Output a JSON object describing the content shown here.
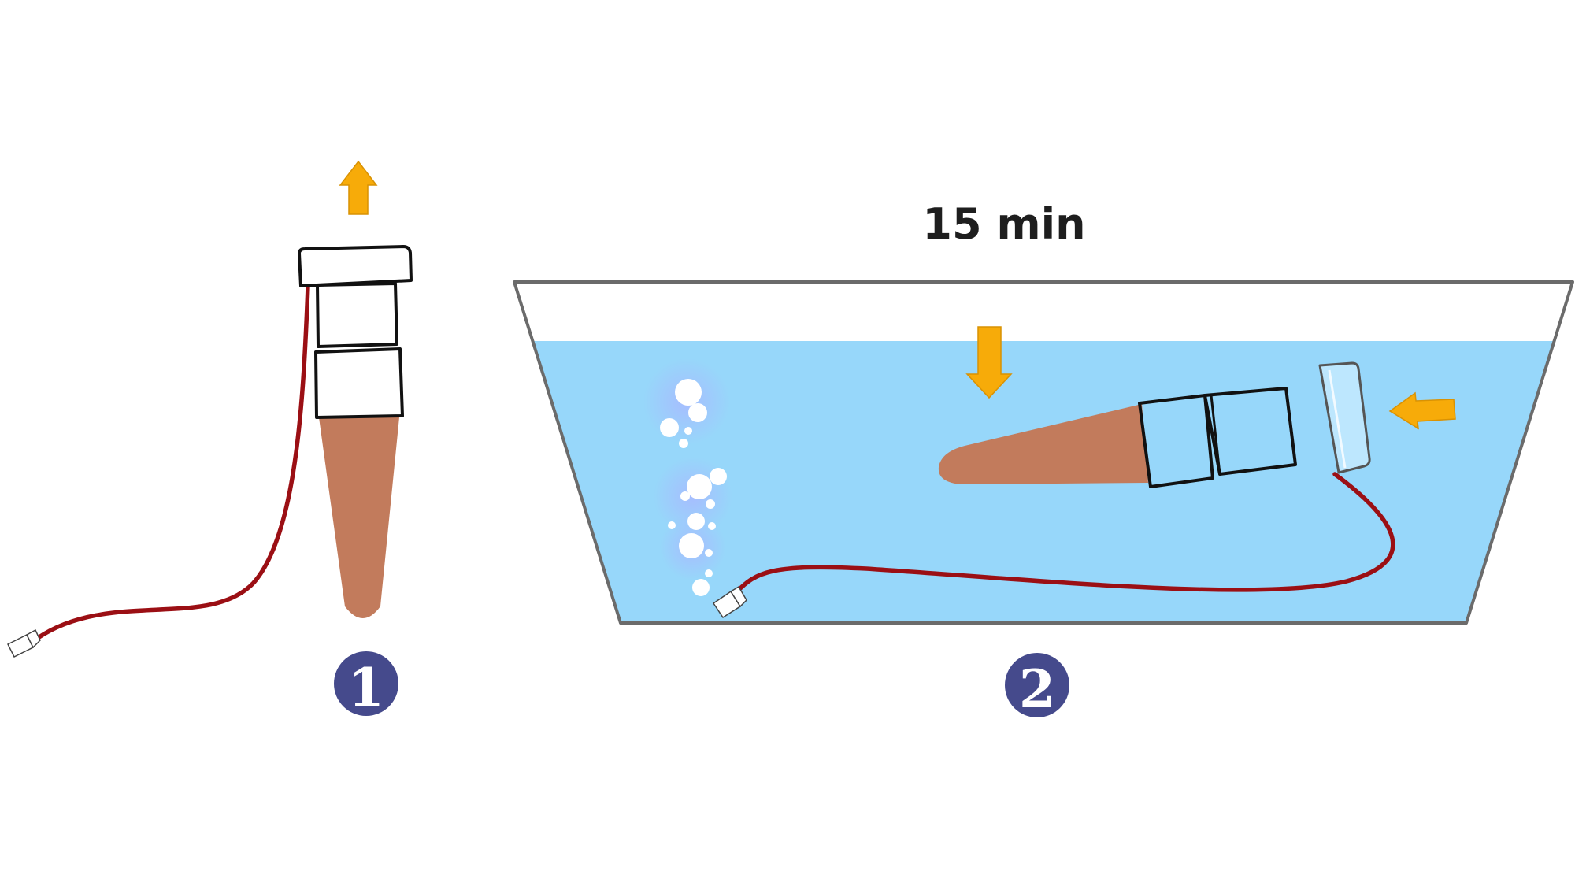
{
  "diagram": {
    "duration_label": "15 min",
    "steps": [
      {
        "number": "1"
      },
      {
        "number": "2"
      }
    ],
    "colors": {
      "background": "#ffffff",
      "water": "#97d7fa",
      "container_outline": "#6b6b6b",
      "terracotta": "#c27b5c",
      "tube": "#9b0f14",
      "arrow": "#f7ab09",
      "arrow_outline": "#d99203",
      "badge": "#454a8c",
      "cap_fill": "#ffffff",
      "outline": "#111111",
      "bubble": "#ffffff",
      "bubble_glow": "#a9b8ff",
      "text": "#1e1e1e"
    },
    "icons": {
      "arrow": "arrow-icon",
      "bubbles": "air-bubbles-icon"
    }
  }
}
